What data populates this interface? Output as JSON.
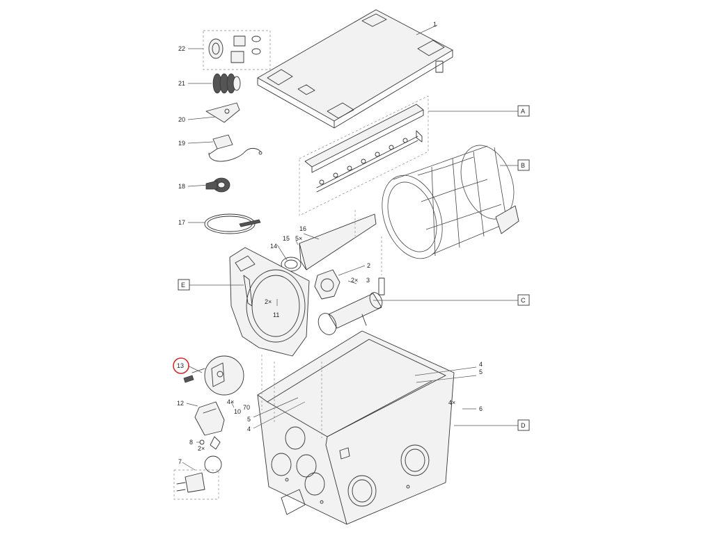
{
  "callouts": [
    {
      "id": "c1",
      "text": "1"
    },
    {
      "id": "c22",
      "text": "22"
    },
    {
      "id": "c21",
      "text": "21"
    },
    {
      "id": "c20",
      "text": "20"
    },
    {
      "id": "c19",
      "text": "19"
    },
    {
      "id": "c18",
      "text": "18"
    },
    {
      "id": "c17",
      "text": "17"
    },
    {
      "id": "c16",
      "text": "16"
    },
    {
      "id": "c15",
      "text": "15"
    },
    {
      "id": "c15q",
      "text": "5×"
    },
    {
      "id": "c14",
      "text": "14"
    },
    {
      "id": "c2",
      "text": "2"
    },
    {
      "id": "c2q",
      "text": "2×"
    },
    {
      "id": "c3",
      "text": "3"
    },
    {
      "id": "c11q",
      "text": "2×"
    },
    {
      "id": "c11",
      "text": "11"
    },
    {
      "id": "c13",
      "text": "13"
    },
    {
      "id": "c12",
      "text": "12"
    },
    {
      "id": "c4qA",
      "text": "4×"
    },
    {
      "id": "c70",
      "text": "70"
    },
    {
      "id": "c10",
      "text": "10"
    },
    {
      "id": "c8",
      "text": "8"
    },
    {
      "id": "c8q",
      "text": "2×"
    },
    {
      "id": "c7",
      "text": "7"
    },
    {
      "id": "c5L",
      "text": "5"
    },
    {
      "id": "c4L",
      "text": "4"
    },
    {
      "id": "c4R",
      "text": "4"
    },
    {
      "id": "c5R",
      "text": "5"
    },
    {
      "id": "c6q",
      "text": "4×"
    },
    {
      "id": "c6",
      "text": "6"
    }
  ],
  "boxes": [
    {
      "id": "bA",
      "text": "A"
    },
    {
      "id": "bB",
      "text": "B"
    },
    {
      "id": "bC",
      "text": "C"
    },
    {
      "id": "bE",
      "text": "E"
    },
    {
      "id": "bD",
      "text": "D"
    }
  ],
  "highlight": {
    "callout": "13",
    "color": "#d22b2b"
  }
}
